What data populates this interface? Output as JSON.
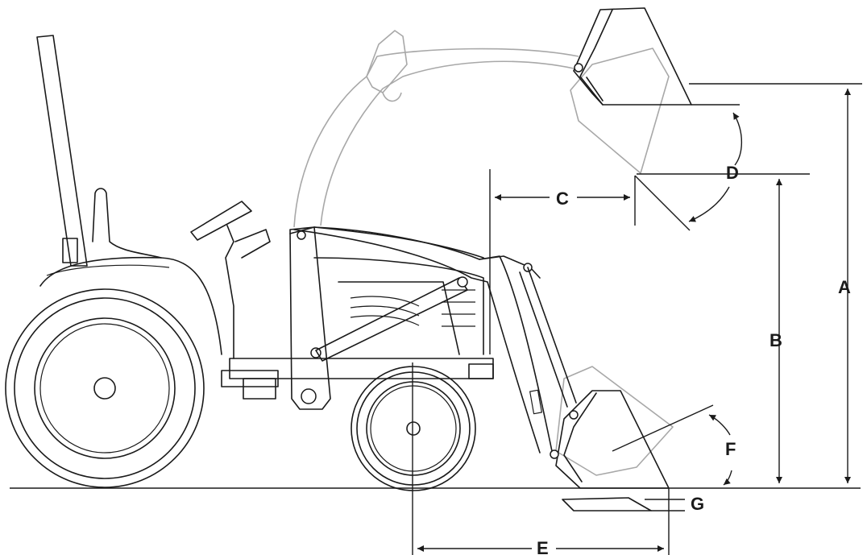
{
  "labels": {
    "A": "A",
    "B": "B",
    "C": "C",
    "D": "D",
    "E": "E",
    "F": "F",
    "G": "G"
  },
  "colors": {
    "line": "#1a1a1a",
    "ghost": "#a8a8a8",
    "background": "#ffffff"
  }
}
